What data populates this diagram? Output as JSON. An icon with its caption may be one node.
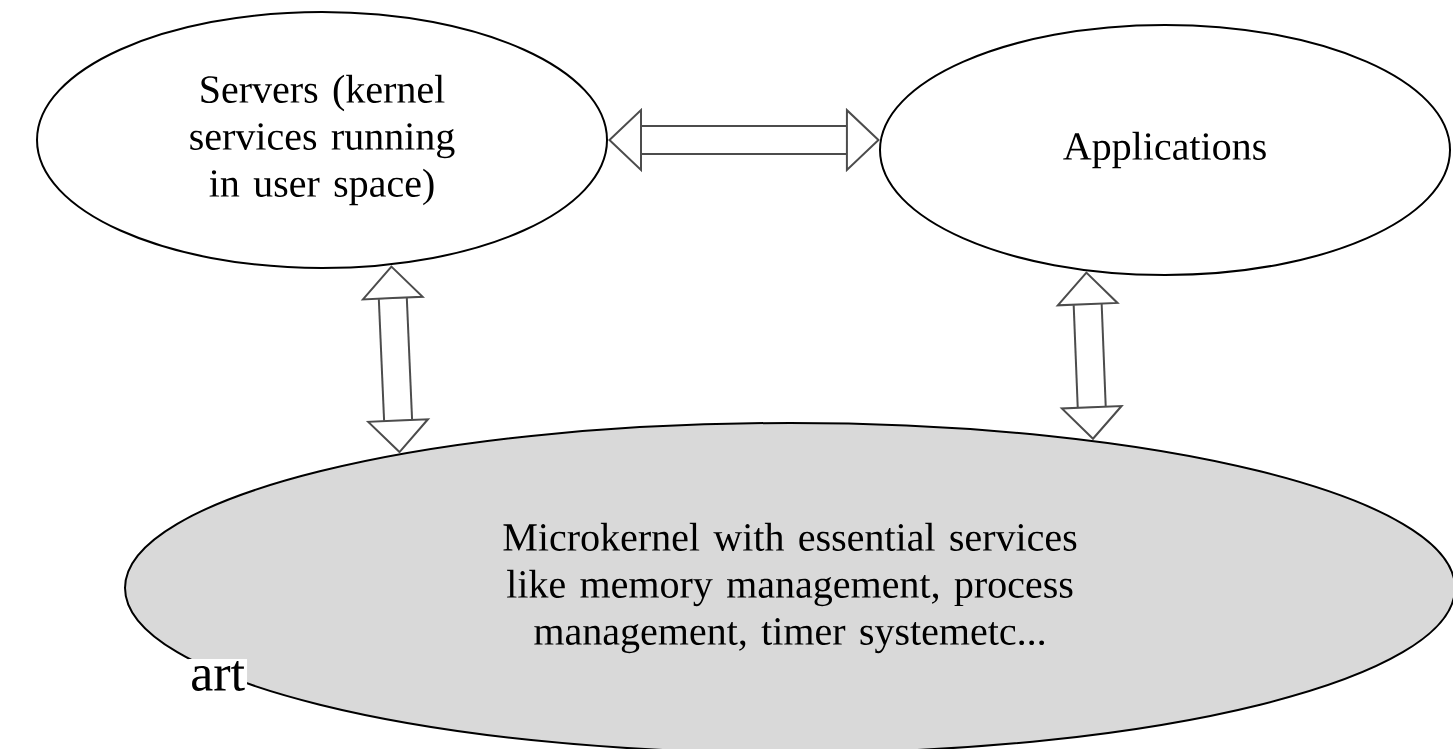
{
  "diagram": {
    "nodes": [
      {
        "text": [
          "Servers (kernel services running in user space)"
        ]
      },
      {
        "text": [
          "Applications"
        ]
      },
      {
        "text": [
          "Microkernel with essential services like memory management, process management, timer systemetc..."
        ]
      }
    ],
    "edges": [
      {
        "from": 0,
        "to": 1,
        "arrow": "both"
      },
      {
        "from": 0,
        "to": 2,
        "arrow": "both"
      },
      {
        "from": 1,
        "to": 2,
        "arrow": "both"
      }
    ],
    "labels": [
      "art"
    ]
  }
}
